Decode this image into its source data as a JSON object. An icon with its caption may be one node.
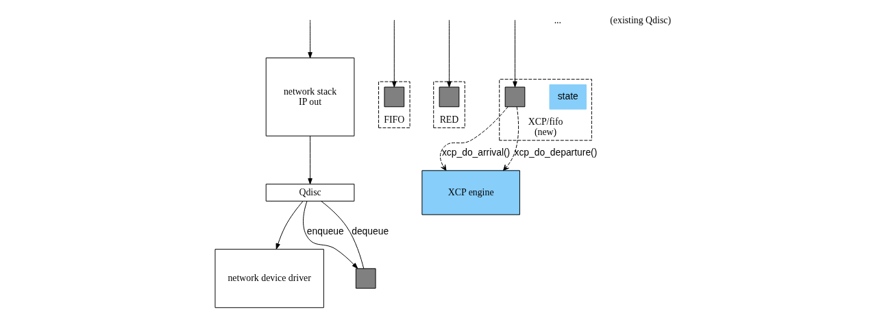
{
  "diagram": {
    "nodes": [
      {
        "text": [
          "network stack",
          "IP out"
        ]
      },
      {
        "text": [
          "Qdisc"
        ]
      },
      {
        "text": [
          "network device driver"
        ]
      },
      {
        "text": [],
        "shape": "box"
      },
      {
        "text": [
          "FIFO"
        ]
      },
      {
        "text": [],
        "shape": "box",
        "in": 4
      },
      {
        "text": [
          "RED"
        ]
      },
      {
        "text": [],
        "shape": "box",
        "in": 6
      },
      {
        "text": [
          "XCP/fifo",
          "(new)"
        ]
      },
      {
        "text": [
          "state"
        ],
        "in": 8
      },
      {
        "text": [],
        "shape": "box",
        "in": 8
      },
      {
        "text": [
          "XCP engine"
        ]
      }
    ],
    "edges": [
      {
        "from": null,
        "to": 0,
        "arrow": "to"
      },
      {
        "from": 0,
        "to": 1,
        "arrow": "to"
      },
      {
        "from": 1,
        "to": 2,
        "arrow": "to"
      },
      {
        "from": 1,
        "to": 3,
        "label": "enqueue",
        "arrow": "to"
      },
      {
        "from": 3,
        "to": 1,
        "label": "dequeue",
        "arrow": "none"
      },
      {
        "from": null,
        "to": 5,
        "arrow": "to"
      },
      {
        "from": null,
        "to": 7,
        "arrow": "to"
      },
      {
        "from": null,
        "to": 10,
        "arrow": "to"
      },
      {
        "from": 10,
        "to": 11,
        "label": "xcp_do_arrival()",
        "arrow": "to",
        "style": "dashed"
      },
      {
        "from": 10,
        "to": 11,
        "label": "xcp_do_departure()",
        "arrow": "to",
        "style": "dashed"
      }
    ],
    "labels": [
      "...",
      "(existing Qdisc)"
    ]
  }
}
